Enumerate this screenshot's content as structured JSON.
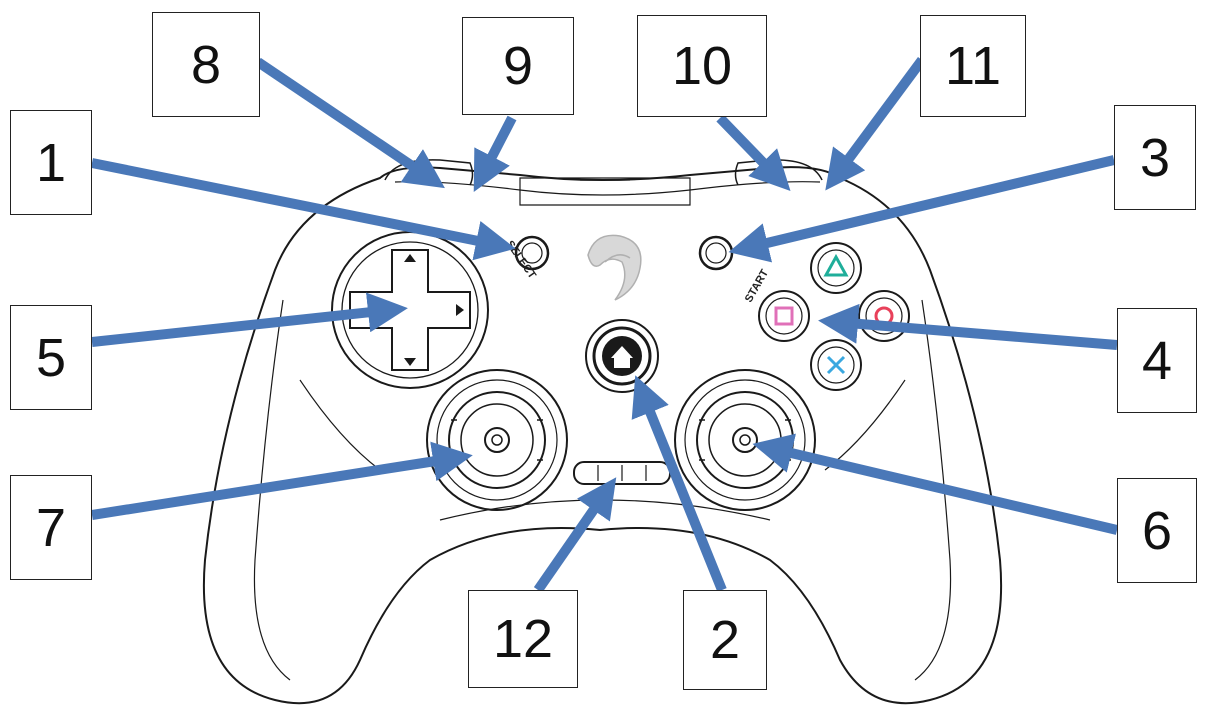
{
  "callouts": {
    "n1": "1",
    "n2": "2",
    "n3": "3",
    "n4": "4",
    "n5": "5",
    "n6": "6",
    "n7": "7",
    "n8": "8",
    "n9": "9",
    "n10": "10",
    "n11": "11",
    "n12": "12"
  },
  "controller": {
    "select_label": "SELECT",
    "start_label": "START"
  },
  "colors": {
    "arrow": "#4a78b8",
    "outline": "#1a1a1a",
    "triangle": "#1fae9a",
    "square": "#e070b8",
    "circle": "#e8405a",
    "cross": "#3aa8e0"
  }
}
